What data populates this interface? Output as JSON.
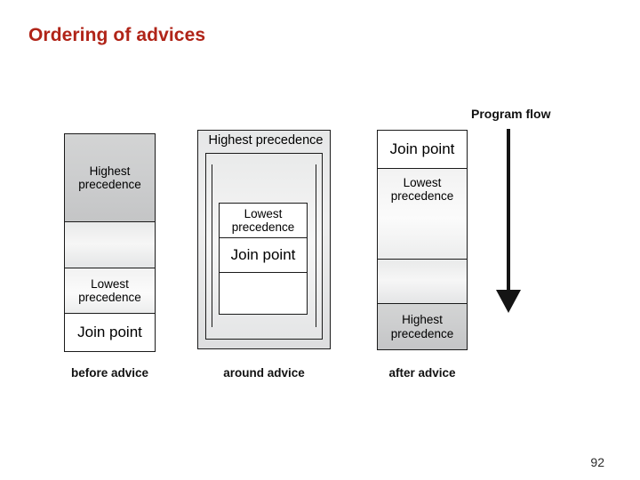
{
  "slide": {
    "title": "Ordering of advices",
    "page_number": "92"
  },
  "figure": {
    "program_flow_label": "Program flow",
    "columns": [
      {
        "id": "before-advice",
        "caption": "before advice",
        "segments": [
          {
            "label": "Highest\nprecedence",
            "line1": "Highest",
            "line2": "precedence",
            "fill": "dark"
          },
          {
            "label": "",
            "line1": "",
            "line2": "",
            "fill": "mid"
          },
          {
            "label": "Lowest\nprecedence",
            "line1": "Lowest",
            "line2": "precedence",
            "fill": "light"
          },
          {
            "label": "Join point",
            "line1": "Join point",
            "line2": "",
            "fill": "white"
          }
        ]
      },
      {
        "id": "around-advice",
        "caption": "around advice",
        "outer_label": "Highest precedence",
        "segments": [
          {
            "label": "Lowest\nprecedence",
            "line1": "Lowest",
            "line2": "precedence",
            "fill": "white"
          },
          {
            "label": "Join point",
            "line1": "Join point",
            "line2": "",
            "fill": "white"
          },
          {
            "label": "",
            "line1": "",
            "line2": "",
            "fill": "white"
          }
        ]
      },
      {
        "id": "after-advice",
        "caption": "after advice",
        "segments": [
          {
            "label": "Join point",
            "line1": "Join point",
            "line2": "",
            "fill": "white"
          },
          {
            "label": "Lowest\nprecedence",
            "line1": "Lowest",
            "line2": "precedence",
            "fill": "light"
          },
          {
            "label": "",
            "line1": "",
            "line2": "",
            "fill": "mid"
          },
          {
            "label": "Highest\nprecedence",
            "line1": "Highest",
            "line2": "precedence",
            "fill": "dark"
          }
        ]
      }
    ]
  },
  "colors": {
    "title": "#b02418",
    "stroke": "#1a1a1a",
    "arrow": "#141414",
    "fill_dark": "#c8c9ca",
    "fill_mid": "#eceded",
    "fill_light": "#f7f7f7",
    "fill_white": "#ffffff"
  }
}
